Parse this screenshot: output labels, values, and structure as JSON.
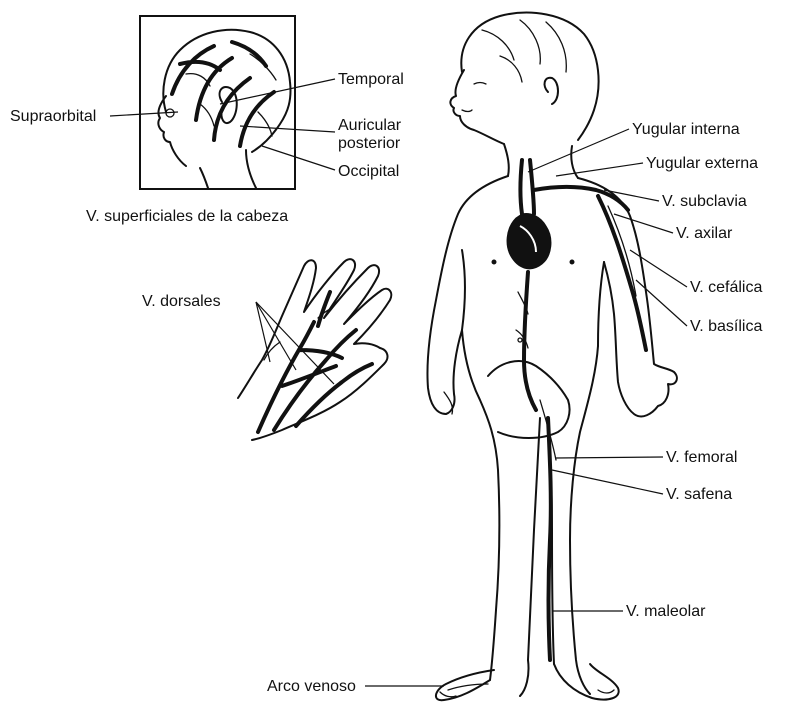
{
  "labels": {
    "supraorbital": "Supraorbital",
    "temporal": "Temporal",
    "auricular_line1": "Auricular",
    "auricular_line2": "posterior",
    "occipital": "Occipital",
    "head_caption": "V. superficiales de la cabeza",
    "dorsales": "V. dorsales",
    "yugular_interna": "Yugular interna",
    "yugular_externa": "Yugular externa",
    "subclavia": "V. subclavia",
    "axilar": "V. axilar",
    "cefalica": "V. cefálica",
    "basilica": "V. basílica",
    "femoral": "V. femoral",
    "safena": "V. safena",
    "maleolar": "V. maleolar",
    "arco_venoso": "Arco venoso"
  },
  "colors": {
    "ink": "#111111",
    "background": "#ffffff"
  }
}
